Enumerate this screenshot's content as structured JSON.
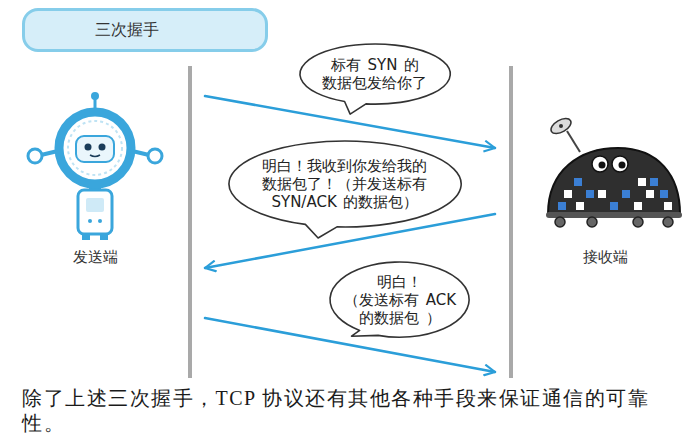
{
  "diagram": {
    "title": "三次握手",
    "caption": "除了上述三次握手，TCP 协议还有其他各种手段来保证通信的可靠性。",
    "nodes": [
      {
        "text": [
          "发送端"
        ]
      },
      {
        "text": [
          "接收端"
        ]
      },
      {
        "text": [
          "标有 SYN 的 数据包发给你了"
        ]
      },
      {
        "text": [
          "明白！我收到你发给我的 数据包了！（并发送标有 SYN/ACK 的数据包）"
        ]
      },
      {
        "text": [
          "明白！ （发送标有 ACK 的数据包 ）"
        ]
      }
    ],
    "edges": [
      {
        "from": 0,
        "to": 1,
        "arrow": "to"
      },
      {
        "from": 1,
        "to": 0,
        "arrow": "to"
      },
      {
        "from": 0,
        "to": 1,
        "arrow": "to"
      }
    ]
  }
}
